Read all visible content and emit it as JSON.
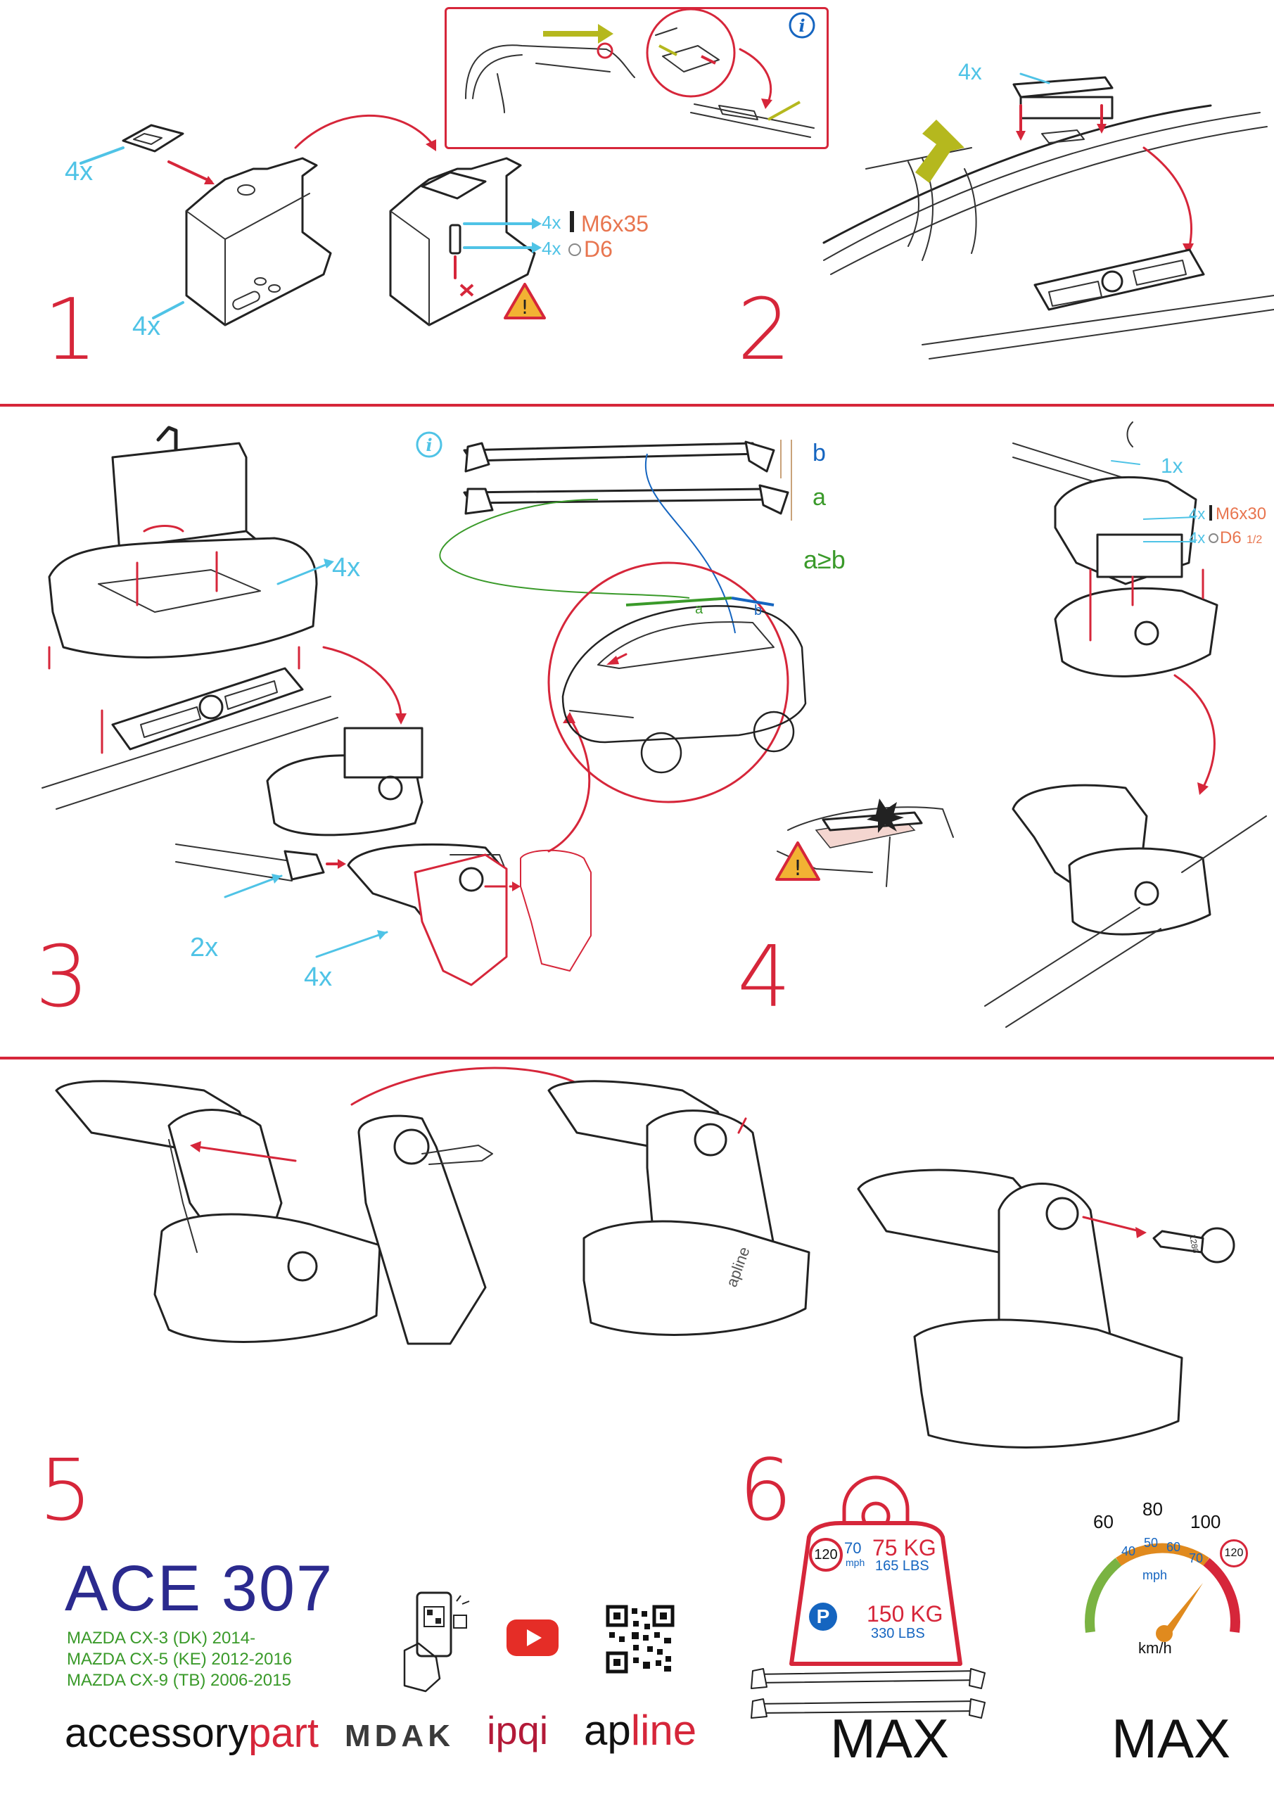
{
  "steps": [
    "1",
    "2",
    "3",
    "4",
    "5",
    "6"
  ],
  "step1": {
    "qty_top": "4x",
    "qty_bottom": "4x",
    "bolt_qty": "4x",
    "bolt_spec": "M6x35",
    "washer_qty": "4x",
    "washer_spec": "D6"
  },
  "step2": {
    "qty": "4x"
  },
  "step3": {
    "qty_pad": "4x",
    "qty_endcaps": "2x",
    "qty_covers": "4x",
    "label_b": "b",
    "label_a": "a",
    "rule": "a≥b",
    "marker_a": "a",
    "marker_b": "b"
  },
  "step4": {
    "key_turn": "1x",
    "bolt_qty": "4x",
    "bolt_spec": "M6x30",
    "washer_qty": "4x",
    "washer_spec": "D6",
    "washer_fraction": "1/2"
  },
  "step5": {
    "key_number": "1280",
    "brand_on_cover": "apline"
  },
  "step6": {
    "speed_limit_sign": "120",
    "dynamic_mph": "70",
    "mph_unit": "mph",
    "dynamic_load_kg": "75 KG",
    "dynamic_load_lbs": "165 LBS",
    "parking_symbol": "P",
    "static_load_kg": "150 KG",
    "static_load_lbs": "330 LBS",
    "max_load_label": "MAX",
    "speedo_ticks": [
      "60",
      "80",
      "100"
    ],
    "speedo_inner": [
      "40",
      "50",
      "60",
      "70"
    ],
    "speedo_mph": "mph",
    "speedo_unit": "km/h",
    "speedo_limit": "120",
    "max_speed_label": "MAX"
  },
  "product": {
    "code": "ACE 307",
    "models": [
      "MAZDA CX-3 (DK) 2014-",
      "MAZDA CX-5 (KE) 2012-2016",
      "MAZDA CX-9 (TB) 2006-2015"
    ]
  },
  "brands": {
    "accessory_a": "accessory",
    "accessory_b": "part",
    "mdak": "MDAK",
    "ipqi": "ipqi",
    "apline_a": "ap",
    "apline_b": "line"
  },
  "colors": {
    "accent_red": "#d6263a",
    "cyan": "#4fc3e6",
    "orange": "#e8754f",
    "navy": "#2b2a8e",
    "green": "#3a9a2a",
    "blue": "#1565c0",
    "olive": "#b5b81e"
  },
  "icons": [
    "info-icon",
    "warning-icon",
    "phone-scan-icon",
    "youtube-icon",
    "qr-code-icon",
    "speedometer-icon",
    "weight-icon"
  ]
}
